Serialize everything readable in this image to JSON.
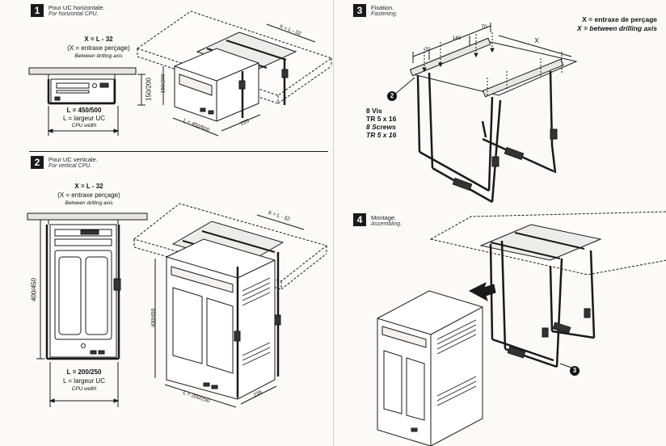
{
  "steps": [
    {
      "number": "1",
      "title_fr": "Pour UC horizontale.",
      "title_en": "For horizontal CPU."
    },
    {
      "number": "2",
      "title_fr": "Pour UC verticale.",
      "title_en": "For vertical CPU."
    },
    {
      "number": "3",
      "title_fr": "Fixation.",
      "title_en": "Fastening."
    },
    {
      "number": "4",
      "title_fr": "Montage.",
      "title_en": "Assembling."
    }
  ],
  "formula": {
    "x_eq": "X = L - 32",
    "x_def": "(X = entraxe perçage)",
    "x_def_en": "Between drilling axis"
  },
  "horizontal": {
    "height_label": "150/200",
    "length_label": "L = 450/500",
    "length_def": "L = largeur UC",
    "length_def_en": "CPU width",
    "iso_x": "X = L - 32",
    "iso_height": "150/200",
    "iso_length": "L = 450/500",
    "iso_depth": "226"
  },
  "vertical": {
    "height_label": "400/450",
    "length_label": "L = 200/250",
    "length_def": "L = largeur UC",
    "length_def_en": "CPU width",
    "iso_x": "X = L - 32",
    "iso_height": "400/450",
    "iso_length": "L = 200/250",
    "iso_depth": "226"
  },
  "fastening": {
    "axis_fr": "X = entraxe de perçage",
    "axis_en": "X = between drilling axis",
    "dim_70a": "70",
    "dim_140": "140",
    "dim_70b": "70",
    "dim_x": "X",
    "callout": "2",
    "screws_fr_1": "8 Vis",
    "screws_fr_2": "TR 5 x 16",
    "screws_en_1": "8 Screws",
    "screws_en_2": "TR 5 x 16"
  },
  "assembling": {
    "callout": "3"
  }
}
